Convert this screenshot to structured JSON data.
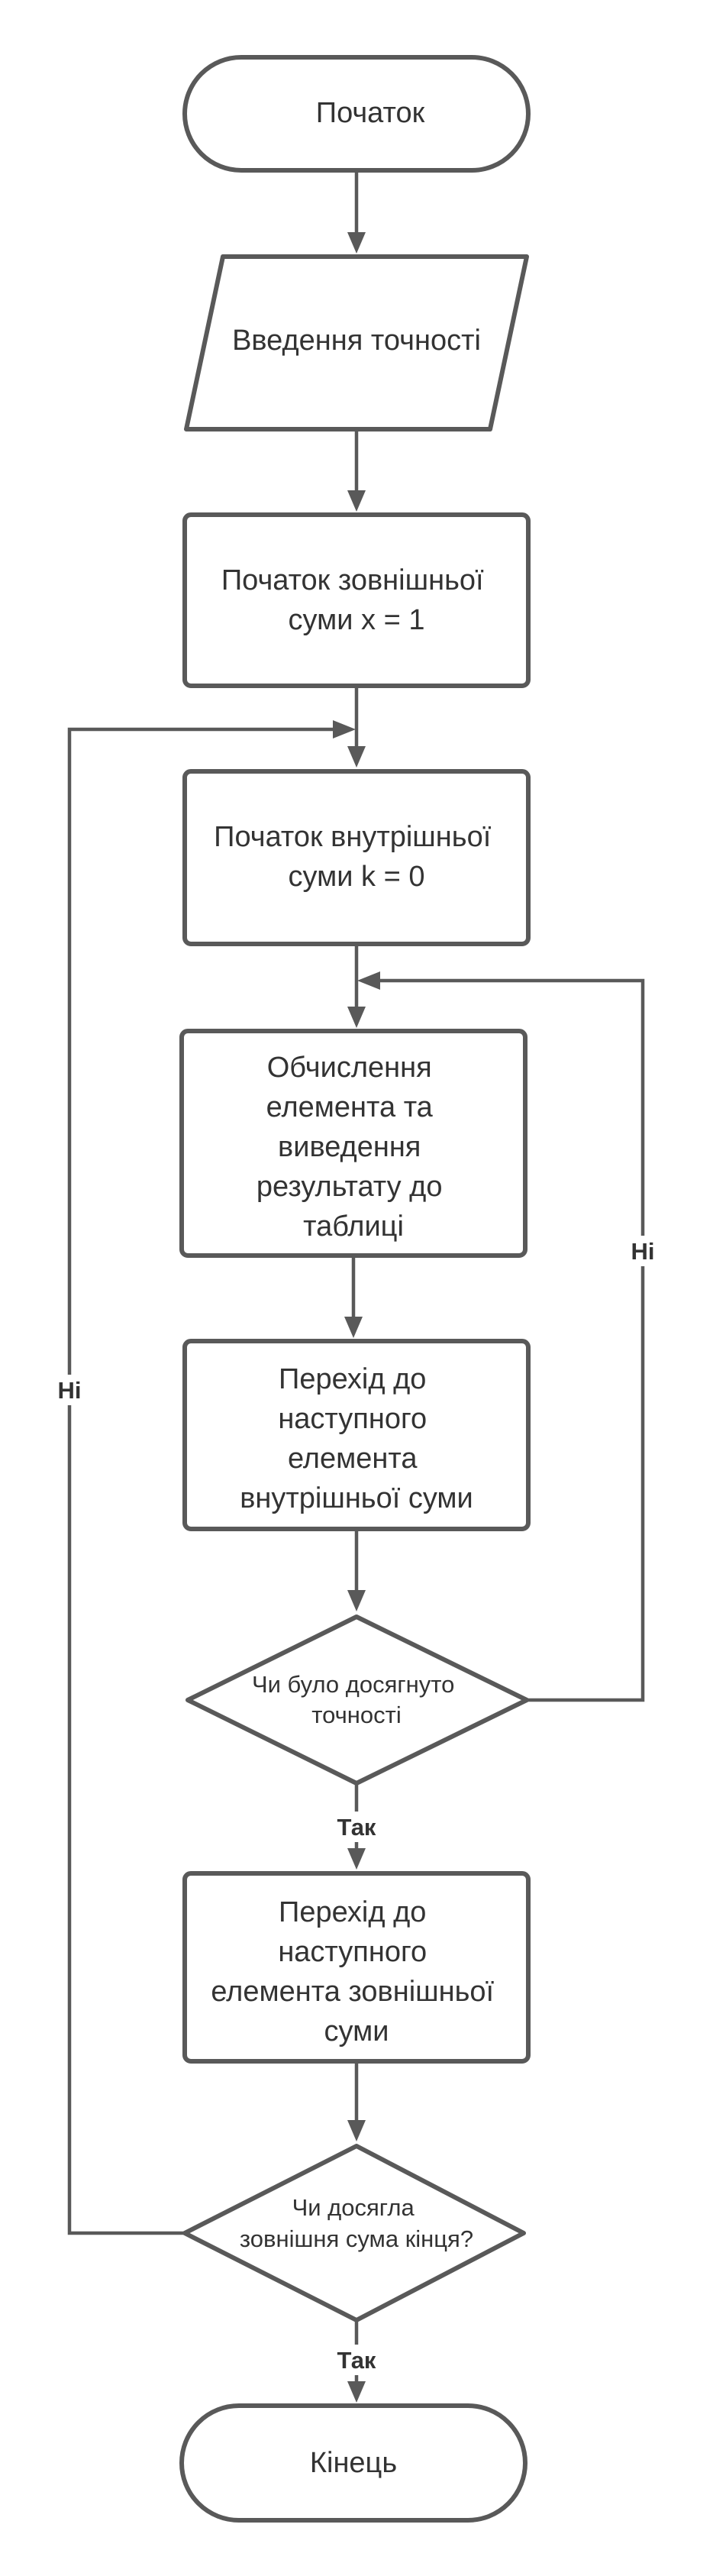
{
  "diagram": {
    "start": "Початок",
    "input": "Введення точності",
    "outer_init": [
      "Початок зовнішньої",
      "суми x = 1"
    ],
    "inner_init": [
      "Початок внутрішньої",
      "суми k = 0"
    ],
    "compute": [
      "Обчислення",
      "елемента та",
      "виведення",
      "результату до",
      "таблиці"
    ],
    "next_inner": [
      "Перехід до",
      "наступного",
      "елемента",
      "внутрішньої суми"
    ],
    "cond_inner": [
      "Чи було досягнуто",
      "точності"
    ],
    "next_outer": [
      "Перехід до",
      "наступного",
      "елемента зовнішньої",
      "суми"
    ],
    "cond_outer": [
      "Чи досягла",
      "зовнішня сума кінця?"
    ],
    "end": "Кінець",
    "labels": {
      "yes_inner": "Так",
      "no_inner": "Ні",
      "yes_outer": "Так",
      "no_outer": "Ні"
    }
  }
}
